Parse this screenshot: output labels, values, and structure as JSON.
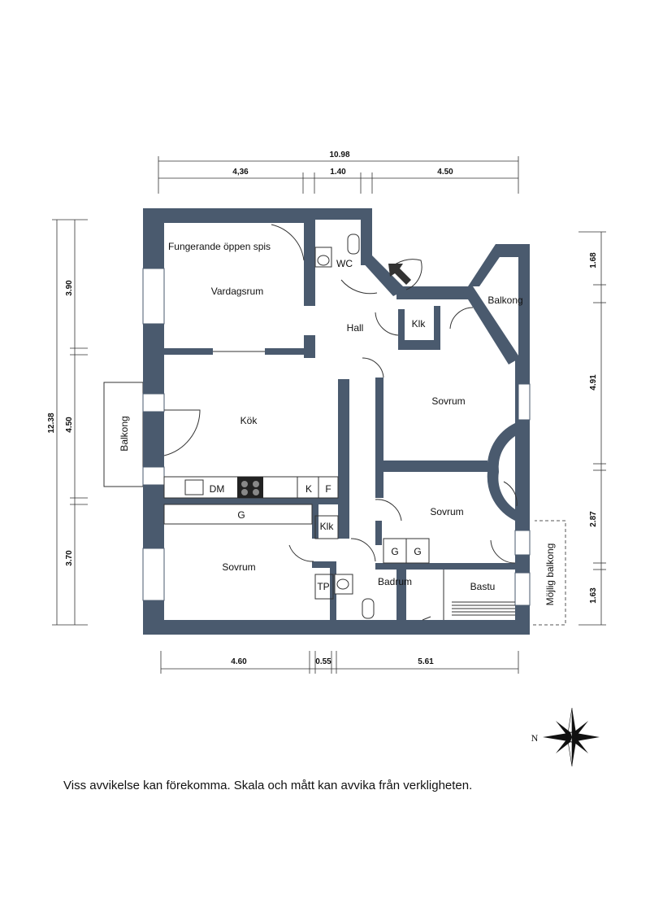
{
  "rooms": {
    "fireplace": "Fungerande öppen spis",
    "living": "Vardagsrum",
    "wc": "WC",
    "hall": "Hall",
    "closet1": "Klk",
    "balcony_ne": "Balkong",
    "kitchen": "Kök",
    "balcony_w": "Balkong",
    "bedroom_east": "Sovrum",
    "bedroom_mid": "Sovrum",
    "bedroom_sw": "Sovrum",
    "closet2": "Klk",
    "bathroom": "Badrum",
    "sauna": "Bastu",
    "possible_balcony": "Möjlig balkong"
  },
  "fixtures": {
    "dishwasher": "DM",
    "fridge": "K",
    "freezer": "F",
    "wardrobe_sw": "G",
    "wardrobe_mid_1": "G",
    "wardrobe_mid_2": "G",
    "laundry": "TP"
  },
  "dimensions": {
    "top_total": "10.98",
    "top_1": "4,36",
    "top_2": "1.40",
    "top_3": "4.50",
    "left_total": "12.38",
    "left_1": "3.90",
    "left_2": "4.50",
    "left_3": "3.70",
    "right_1": "1.68",
    "right_2": "4.91",
    "right_3": "2.87",
    "right_4": "1.63",
    "bottom_1": "4.60",
    "bottom_2": "0.55",
    "bottom_3": "5.61"
  },
  "compass": {
    "label": "N",
    "icon": "compass-rose-icon"
  },
  "disclaimer": "Viss avvikelse kan förekomma. Skala och mått kan avvika från verkligheten.",
  "colors": {
    "wall": "#4a5a6e"
  }
}
